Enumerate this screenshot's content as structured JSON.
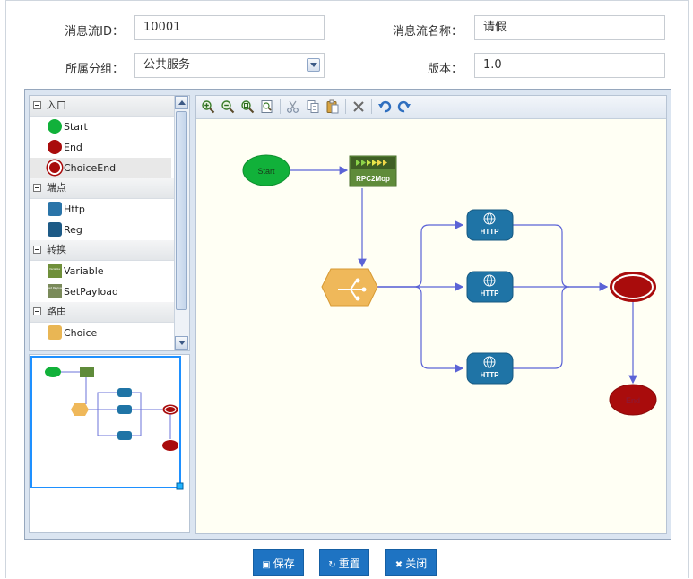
{
  "form": {
    "flow_id_label": "消息流ID：",
    "flow_id_value": "10001",
    "flow_name_label": "消息流名称：",
    "flow_name_value": "请假",
    "group_label": "所属分组：",
    "group_value": "公共服务",
    "version_label": "版本：",
    "version_value": "1.0"
  },
  "palette": {
    "groups": [
      {
        "label": "入口",
        "items": [
          "Start",
          "End",
          "ChoiceEnd"
        ]
      },
      {
        "label": "端点",
        "items": [
          "Http",
          "Reg"
        ]
      },
      {
        "label": "转换",
        "items": [
          "Variable",
          "SetPayload"
        ]
      },
      {
        "label": "路由",
        "items": [
          "Choice"
        ]
      }
    ],
    "selected_item": "ChoiceEnd",
    "icon_text": {
      "variable": "Variable",
      "setpayload": "Set Payload"
    }
  },
  "toolbar": {
    "icons": [
      "zoom-in-icon",
      "zoom-out-icon",
      "zoom-actual-icon",
      "zoom-fit-icon",
      "cut-icon",
      "copy-icon",
      "paste-icon",
      "delete-icon",
      "undo-icon",
      "redo-icon"
    ]
  },
  "diagram": {
    "start_label": "Start",
    "rpc_label": "RPC2Mop",
    "http_labels": [
      "HTTP",
      "HTTP",
      "HTTP"
    ],
    "end_label": "End",
    "colors": {
      "start": "#11b13a",
      "end": "#a90c0c",
      "http": "#1f74a6",
      "choice": "#efb85a",
      "edge": "#5b63d6",
      "rpc": "#5f8b3a"
    }
  },
  "buttons": {
    "save": "保存",
    "reset": "重置",
    "close": "关闭"
  }
}
